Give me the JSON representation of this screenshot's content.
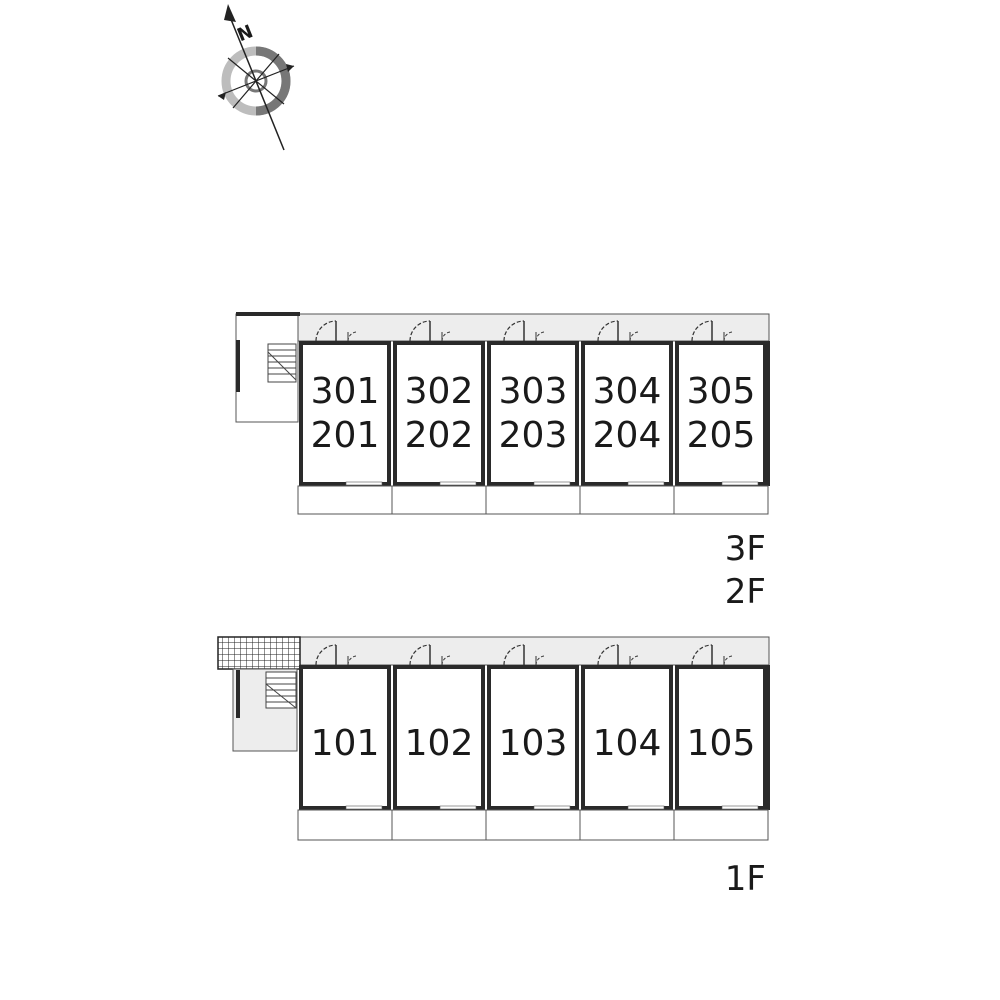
{
  "compass": {
    "north_label": "N"
  },
  "upper_block": {
    "floor_labels": [
      "3F",
      "2F"
    ],
    "units": [
      {
        "top": "301",
        "bottom": "201"
      },
      {
        "top": "302",
        "bottom": "202"
      },
      {
        "top": "303",
        "bottom": "203"
      },
      {
        "top": "304",
        "bottom": "204"
      },
      {
        "top": "305",
        "bottom": "205"
      }
    ]
  },
  "lower_block": {
    "floor_label": "1F",
    "units": [
      "101",
      "102",
      "103",
      "104",
      "105"
    ]
  },
  "colors": {
    "wall": "#2a2a2a",
    "corridor": "#ededed",
    "line": "#555555",
    "compass_dark": "#777777",
    "compass_light": "#bdbdbd"
  }
}
